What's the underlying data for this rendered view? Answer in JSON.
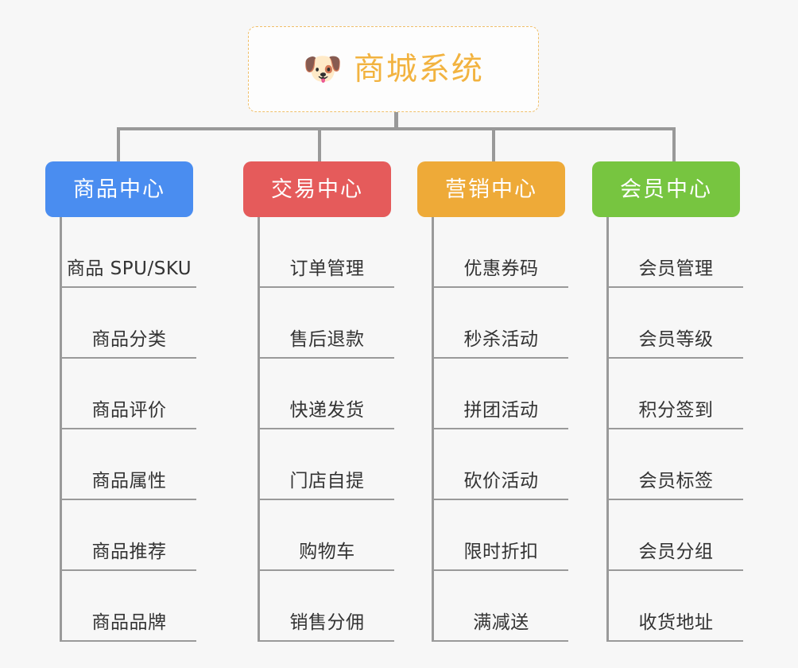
{
  "diagram": {
    "title": "商城系统",
    "root": {
      "icon": "shiba-dog-icon",
      "icon_glyph": "🐶",
      "label": "商城系统",
      "text_color": "#f2b340",
      "border_color": "#f0bf6a",
      "background": "#fdfdfd"
    },
    "connector_color": "#999999",
    "background": "#f7f7f7",
    "columns": [
      {
        "id": "product-center",
        "label": "商品中心",
        "color": "#4a8df0",
        "items": [
          "商品 SPU/SKU",
          "商品分类",
          "商品评价",
          "商品属性",
          "商品推荐",
          "商品品牌"
        ]
      },
      {
        "id": "trade-center",
        "label": "交易中心",
        "color": "#e55b5b",
        "items": [
          "订单管理",
          "售后退款",
          "快递发货",
          "门店自提",
          "购物车",
          "销售分佣"
        ]
      },
      {
        "id": "marketing-center",
        "label": "营销中心",
        "color": "#eeaa38",
        "items": [
          "优惠券码",
          "秒杀活动",
          "拼团活动",
          "砍价活动",
          "限时折扣",
          "满减送"
        ]
      },
      {
        "id": "member-center",
        "label": "会员中心",
        "color": "#77c540",
        "items": [
          "会员管理",
          "会员等级",
          "积分签到",
          "会员标签",
          "会员分组",
          "收货地址"
        ]
      }
    ]
  }
}
